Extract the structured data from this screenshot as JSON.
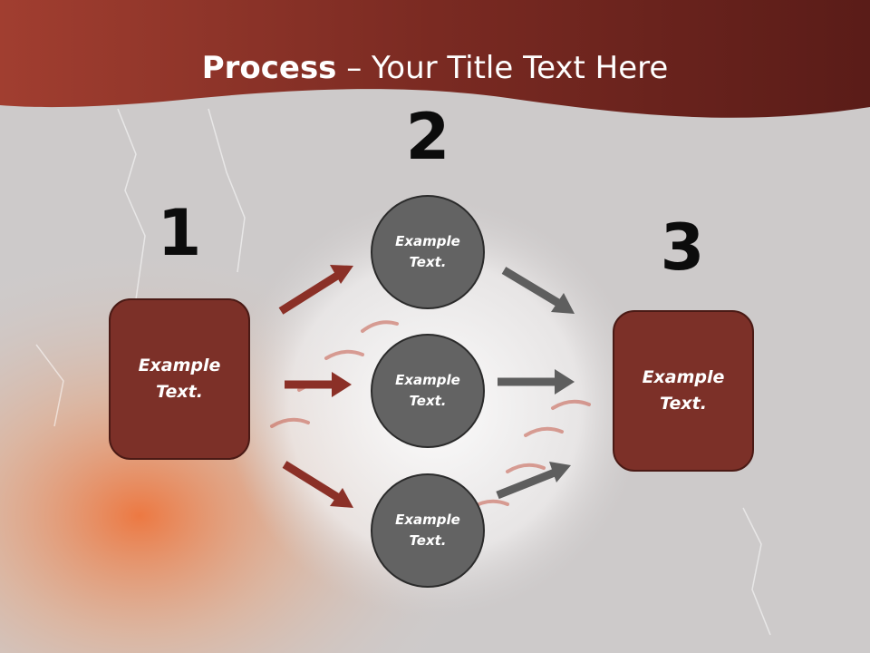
{
  "title": {
    "bold": "Process",
    "rest": " – Your Title Text Here"
  },
  "steps": {
    "one": "1",
    "two": "2",
    "three": "3"
  },
  "left_box": {
    "text": "Example Text."
  },
  "right_box": {
    "text": "Example Text."
  },
  "circles": [
    {
      "text": "Example Text."
    },
    {
      "text": "Example Text."
    },
    {
      "text": "Example Text."
    }
  ],
  "colors": {
    "header": "#7b2a22",
    "box": "#7c3028",
    "circle": "#636363",
    "arrow_red": "#8b3027",
    "arrow_gray": "#5e5e5e"
  }
}
